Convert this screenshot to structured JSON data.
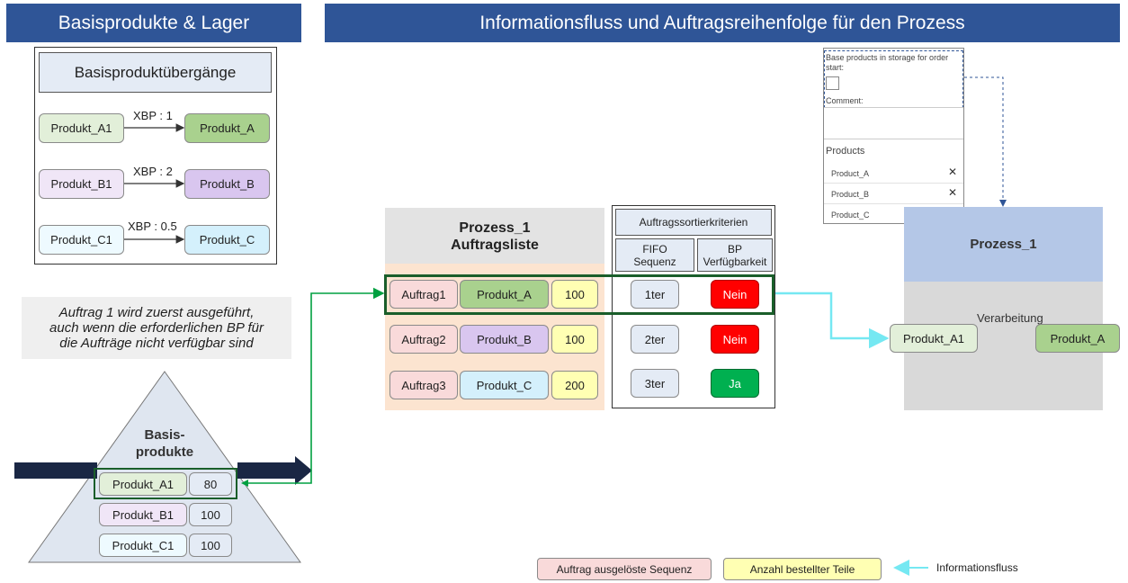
{
  "headers": {
    "left": "Basisprodukte & Lager",
    "right": "Informationsfluss und Auftragsreihenfolge für den Prozess"
  },
  "transitions": {
    "title": "Basisproduktübergänge",
    "rows": [
      {
        "from": "Produkt_A1",
        "ratio": "XBP : 1",
        "to": "Produkt_A"
      },
      {
        "from": "Produkt_B1",
        "ratio": "XBP : 2",
        "to": "Produkt_B"
      },
      {
        "from": "Produkt_C1",
        "ratio": "XBP : 0.5",
        "to": "Produkt_C"
      }
    ]
  },
  "note": {
    "line1": "Auftrag 1 wird zuerst ausgeführt,",
    "line2": "auch wenn die erforderlichen BP für",
    "line3": "die Aufträge nicht verfügbar sind"
  },
  "pyramid": {
    "title_line1": "Basis-",
    "title_line2": "produkte",
    "rows": [
      {
        "name": "Produkt_A1",
        "qty": "80"
      },
      {
        "name": "Produkt_B1",
        "qty": "100"
      },
      {
        "name": "Produkt_C1",
        "qty": "100"
      }
    ]
  },
  "orderlist": {
    "title_line1": "Prozess_1",
    "title_line2": "Auftragsliste",
    "rows": [
      {
        "order": "Auftrag1",
        "product": "Produkt_A",
        "qty": "100"
      },
      {
        "order": "Auftrag2",
        "product": "Produkt_B",
        "qty": "100"
      },
      {
        "order": "Auftrag3",
        "product": "Produkt_C",
        "qty": "200"
      }
    ]
  },
  "criteria": {
    "title": "Auftragssortierkriterien",
    "col1_line1": "FIFO",
    "col1_line2": "Sequenz",
    "col2_line1": "BP",
    "col2_line2": "Verfügbarkeit",
    "rows": [
      {
        "seq": "1ter",
        "avail": "Nein"
      },
      {
        "seq": "2ter",
        "avail": "Nein"
      },
      {
        "seq": "3ter",
        "avail": "Ja"
      }
    ]
  },
  "form": {
    "storage_label": "Base products in storage for order start:",
    "comment_label": "Comment:",
    "products_label": "Products",
    "items": [
      "Product_A",
      "Product_B",
      "Product_C"
    ],
    "remove_glyph": "✕"
  },
  "process": {
    "title": "Prozess_1",
    "step_label": "Verarbeitung",
    "input": "Produkt_A1",
    "output": "Produkt_A"
  },
  "legend": {
    "rose_label": "Auftrag ausgelöste Sequenz",
    "yellow_label": "Anzahl bestellter Teile",
    "flow_label": "Informationsfluss"
  },
  "colors": {
    "header": "#2f5597",
    "info_flow": "#75e8f2",
    "selection": "#00a040",
    "selection_dark": "#1a5e2a"
  }
}
